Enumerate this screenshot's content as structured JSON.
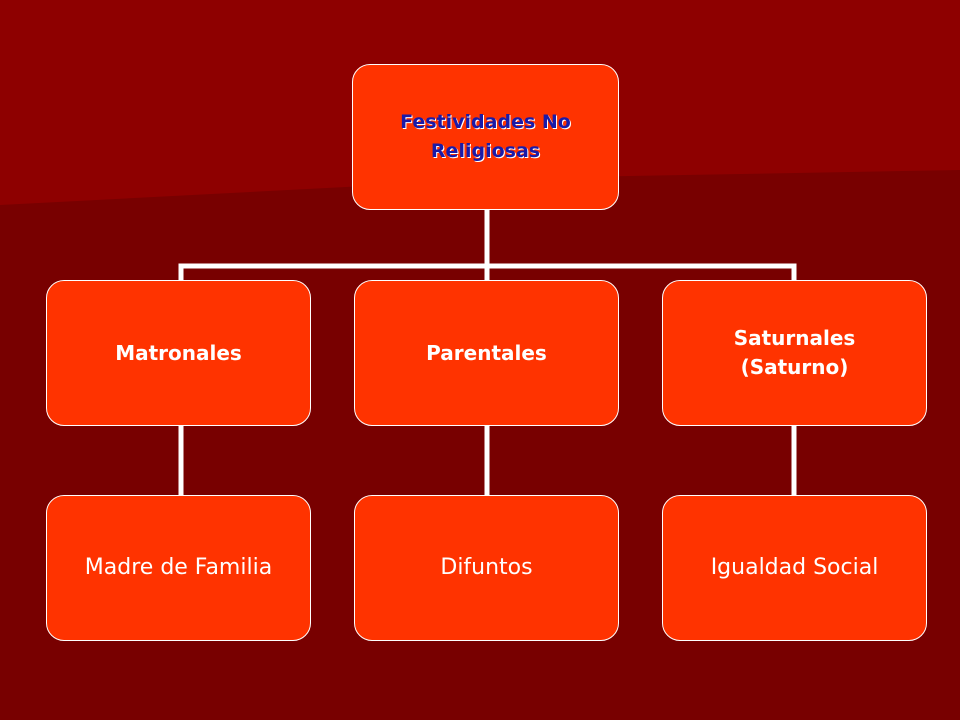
{
  "diagram": {
    "root": {
      "label": "Festividades No Religiosas"
    },
    "branches": [
      {
        "label": "Matronales",
        "child": "Madre de Familia"
      },
      {
        "label": "Parentales",
        "child": "Difuntos"
      },
      {
        "label": "Saturnales (Saturno)",
        "child": "Igualdad Social"
      }
    ]
  },
  "colors": {
    "background": "#7a0000",
    "background_highlight": "#8e0000",
    "node_fill": "#ff3300",
    "connector": "#ffffff",
    "root_text": "#1a1aa8",
    "node_text": "#ffffff"
  }
}
